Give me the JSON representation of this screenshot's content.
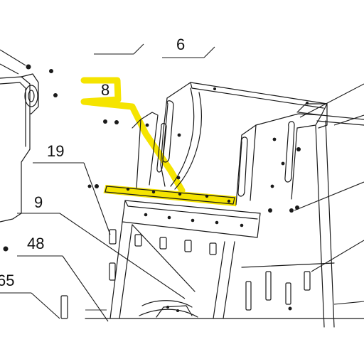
{
  "diagram": {
    "highlight_color": "#f5e400",
    "line_color": "#1a1a1a",
    "callouts": [
      {
        "id": "top-left-partial",
        "label": ""
      },
      {
        "id": "top-6",
        "label": "6"
      },
      {
        "id": "part-8",
        "label": "8",
        "highlighted": true
      },
      {
        "id": "part-19",
        "label": "19"
      },
      {
        "id": "part-9",
        "label": "9"
      },
      {
        "id": "part-48",
        "label": "48"
      },
      {
        "id": "part-65",
        "label": "65"
      }
    ]
  }
}
